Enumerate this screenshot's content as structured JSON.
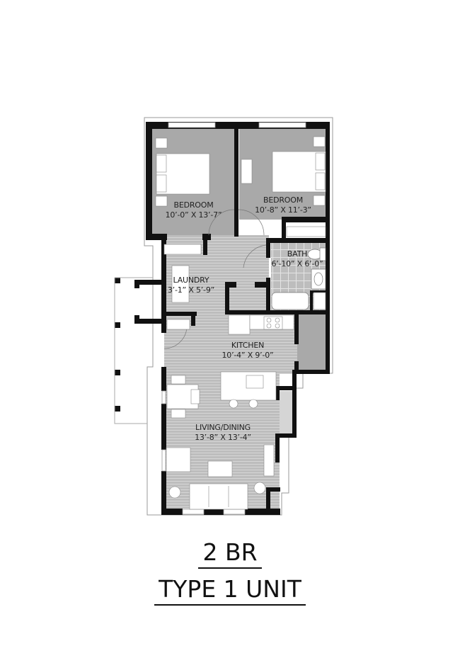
{
  "plan": {
    "rooms": [
      {
        "id": "bedroom-1",
        "name": "BEDROOM",
        "dims": "10’-0” X 13’-7”"
      },
      {
        "id": "bedroom-2",
        "name": "BEDROOM",
        "dims": "10’-8” X 11’-3”"
      },
      {
        "id": "bath",
        "name": "BATH",
        "dims": "6’-10” X 6’-0”"
      },
      {
        "id": "laundry",
        "name": "LAUNDRY",
        "dims": "3’-1” X 5’-9”"
      },
      {
        "id": "kitchen",
        "name": "KITCHEN",
        "dims": "10’-4” X 9’-0”"
      },
      {
        "id": "living-dining",
        "name": "LIVING/DINING",
        "dims": "13’-8” X 13’-4”"
      }
    ],
    "colors": {
      "wall": "#111111",
      "floor": "#b9b9b9",
      "carpet": "#a9a9a9",
      "tile": "#c6c6c6",
      "furniture": "#ffffff"
    }
  },
  "title": {
    "line1": "2 BR",
    "line2": "TYPE 1 UNIT"
  }
}
